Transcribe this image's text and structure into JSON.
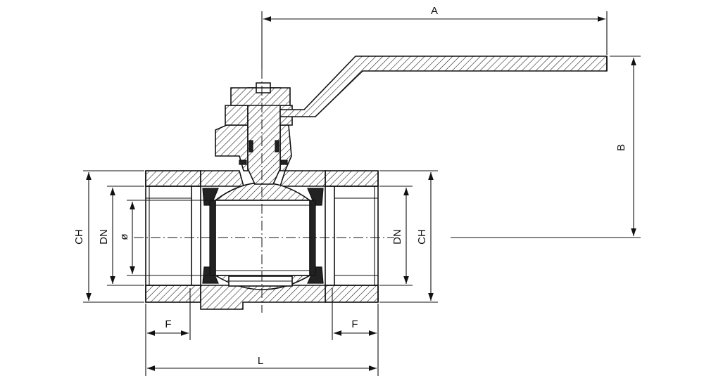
{
  "drawing": {
    "labels": {
      "A": "A",
      "B": "B",
      "L": "L",
      "F_left": "F",
      "F_right": "F",
      "CH_left": "CH",
      "CH_right": "CH",
      "DN_left": "DN",
      "DN_right": "DN",
      "bore": "ø"
    }
  }
}
